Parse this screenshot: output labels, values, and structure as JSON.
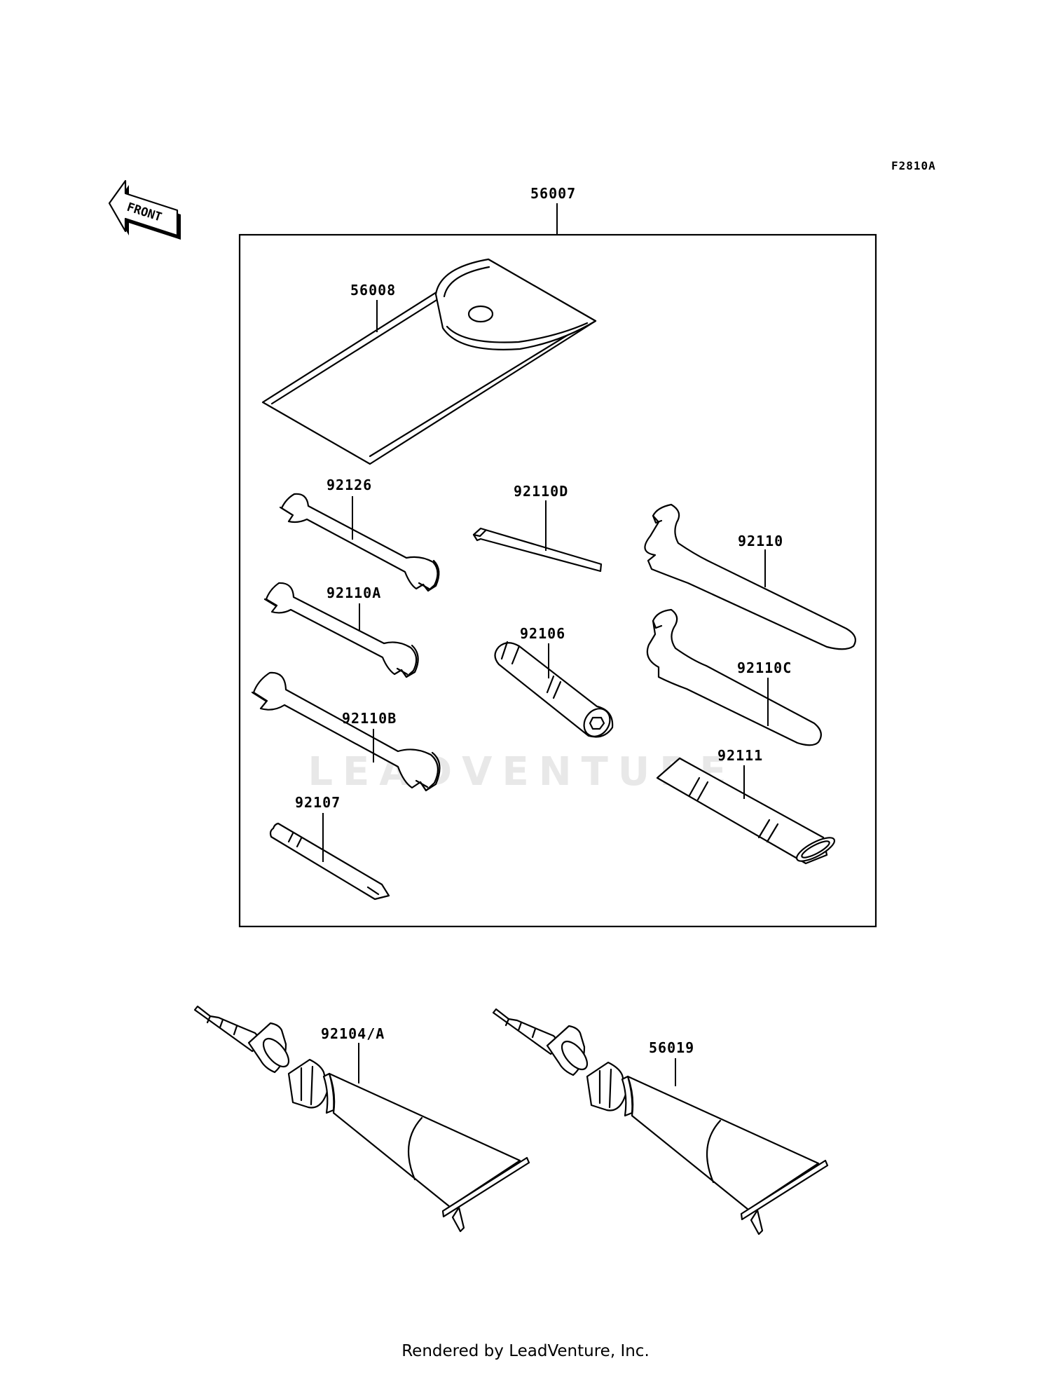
{
  "diagram": {
    "figure_code": "F2810A",
    "front_marker": "FRONT",
    "watermark": "LEADVENTURE",
    "parts": {
      "kit": "56007",
      "pouch": "56008",
      "wrench_92126": "92126",
      "wrench_92110a": "92110A",
      "wrench_92110b": "92110B",
      "screwdriver": "92107",
      "hex_key": "92110D",
      "socket": "92106",
      "spanner": "92110",
      "spanner_c": "92110C",
      "handle": "92111",
      "tube_left": "92104/A",
      "tube_right": "56019"
    }
  },
  "footer": "Rendered by LeadVenture, Inc."
}
